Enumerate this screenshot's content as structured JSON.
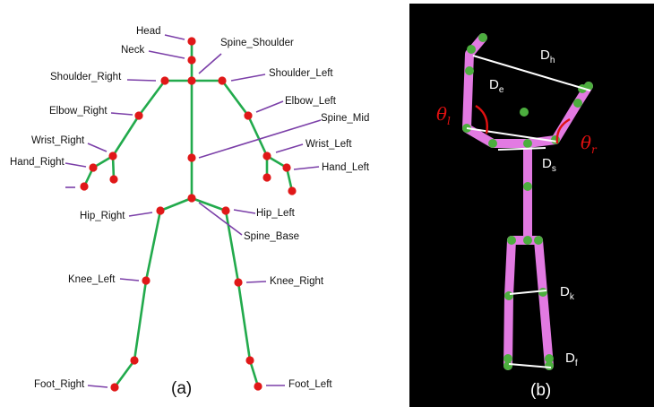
{
  "panel_a": {
    "caption": "(a)",
    "labels": {
      "head": "Head",
      "neck": "Neck",
      "spine_shoulder": "Spine_Shoulder",
      "shoulder_right": "Shoulder_Right",
      "shoulder_left": "Shoulder_Left",
      "elbow_right": "Elbow_Right",
      "elbow_left": "Elbow_Left",
      "spine_mid": "Spine_Mid",
      "wrist_right": "Wrist_Right",
      "wrist_left": "Wrist_Left",
      "hand_right": "Hand_Right",
      "hand_left": "Hand_Left",
      "hip_right": "Hip_Right",
      "hip_left": "Hip_Left",
      "spine_base": "Spine_Base",
      "knee_left": "Knee_Left",
      "knee_right": "Knee_Right",
      "foot_right": "Foot_Right",
      "foot_left": "Foot_Left"
    },
    "colors": {
      "bone": "#22aa4c",
      "joint": "#e01818",
      "leader": "#7b3fa8"
    }
  },
  "panel_b": {
    "caption": "(b)",
    "labels": {
      "dh": {
        "main": "D",
        "sub": "h"
      },
      "de": {
        "main": "D",
        "sub": "e"
      },
      "ds": {
        "main": "D",
        "sub": "s"
      },
      "dk": {
        "main": "D",
        "sub": "k"
      },
      "df": {
        "main": "D",
        "sub": "f"
      },
      "theta_l": {
        "main": "θ",
        "sub": "l"
      },
      "theta_r": {
        "main": "θ",
        "sub": "r"
      }
    },
    "colors": {
      "background": "#000000",
      "limb": "#e27ae2",
      "joint": "#4cae3e",
      "distance_line": "#ffffff",
      "angle": "#e01010"
    }
  }
}
